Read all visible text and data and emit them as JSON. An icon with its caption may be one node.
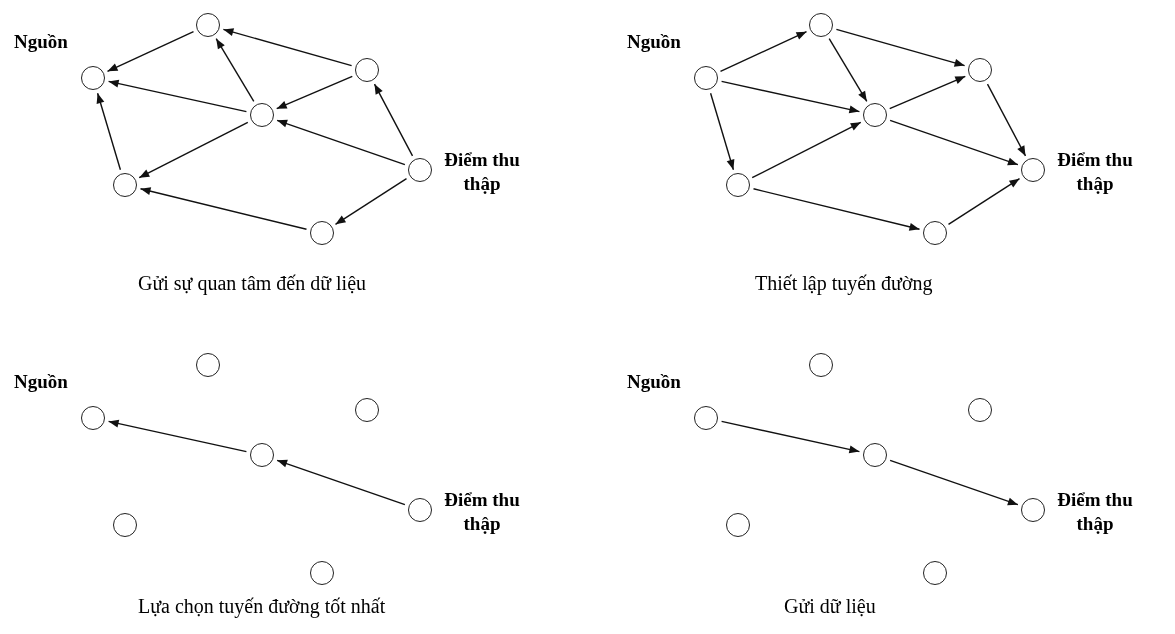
{
  "diagram": {
    "nodes": [
      {
        "text": [],
        "shape": "circle"
      },
      {
        "text": [],
        "shape": "circle"
      },
      {
        "text": [],
        "shape": "circle",
        "beside": [
          "Nguồn"
        ]
      },
      {
        "text": [],
        "shape": "circle"
      },
      {
        "text": [],
        "shape": "circle",
        "beside": [
          "Điểm thu thập"
        ]
      },
      {
        "text": [],
        "shape": "circle"
      },
      {
        "text": [],
        "shape": "circle"
      },
      {
        "text": [],
        "shape": "circle"
      },
      {
        "text": [],
        "shape": "circle"
      },
      {
        "text": [],
        "shape": "circle",
        "beside": [
          "Nguồn"
        ]
      },
      {
        "text": [],
        "shape": "circle"
      },
      {
        "text": [],
        "shape": "circle",
        "beside": [
          "Điểm thu thập"
        ]
      },
      {
        "text": [],
        "shape": "circle"
      },
      {
        "text": [],
        "shape": "circle"
      },
      {
        "text": [],
        "shape": "circle"
      },
      {
        "text": [],
        "shape": "circle"
      },
      {
        "text": [],
        "shape": "circle",
        "beside": [
          "Nguồn"
        ]
      },
      {
        "text": [],
        "shape": "circle"
      },
      {
        "text": [],
        "shape": "circle",
        "beside": [
          "Điểm thu thập"
        ]
      },
      {
        "text": [],
        "shape": "circle"
      },
      {
        "text": [],
        "shape": "circle"
      },
      {
        "text": [],
        "shape": "circle"
      },
      {
        "text": [],
        "shape": "circle"
      },
      {
        "text": [],
        "shape": "circle",
        "beside": [
          "Nguồn"
        ]
      },
      {
        "text": [],
        "shape": "circle"
      },
      {
        "text": [],
        "shape": "circle",
        "beside": [
          "Điểm thu thập"
        ]
      },
      {
        "text": [],
        "shape": "circle"
      },
      {
        "text": [],
        "shape": "circle"
      }
    ],
    "edges": [
      {
        "from": 0,
        "to": 2,
        "arrow": "to"
      },
      {
        "from": 1,
        "to": 0,
        "arrow": "to"
      },
      {
        "from": 3,
        "to": 2,
        "arrow": "to"
      },
      {
        "from": 3,
        "to": 0,
        "arrow": "to"
      },
      {
        "from": 1,
        "to": 3,
        "arrow": "to"
      },
      {
        "from": 4,
        "to": 1,
        "arrow": "to"
      },
      {
        "from": 4,
        "to": 3,
        "arrow": "to"
      },
      {
        "from": 3,
        "to": 5,
        "arrow": "to"
      },
      {
        "from": 5,
        "to": 2,
        "arrow": "to"
      },
      {
        "from": 6,
        "to": 5,
        "arrow": "to"
      },
      {
        "from": 4,
        "to": 6,
        "arrow": "to"
      },
      {
        "from": 9,
        "to": 7,
        "arrow": "to"
      },
      {
        "from": 9,
        "to": 10,
        "arrow": "to"
      },
      {
        "from": 9,
        "to": 12,
        "arrow": "to"
      },
      {
        "from": 7,
        "to": 10,
        "arrow": "to"
      },
      {
        "from": 7,
        "to": 8,
        "arrow": "to"
      },
      {
        "from": 10,
        "to": 8,
        "arrow": "to"
      },
      {
        "from": 8,
        "to": 11,
        "arrow": "to"
      },
      {
        "from": 10,
        "to": 11,
        "arrow": "to"
      },
      {
        "from": 12,
        "to": 10,
        "arrow": "to"
      },
      {
        "from": 12,
        "to": 13,
        "arrow": "to"
      },
      {
        "from": 13,
        "to": 11,
        "arrow": "to"
      },
      {
        "from": 17,
        "to": 16,
        "arrow": "to"
      },
      {
        "from": 18,
        "to": 17,
        "arrow": "to"
      },
      {
        "from": 23,
        "to": 24,
        "arrow": "to"
      },
      {
        "from": 24,
        "to": 25,
        "arrow": "to"
      }
    ],
    "labels": [
      "Gửi sự quan tâm đến dữ liệu",
      "Thiết lập tuyến đường",
      "Lựa chọn tuyến đường tốt nhất",
      "Gửi dữ liệu"
    ]
  }
}
